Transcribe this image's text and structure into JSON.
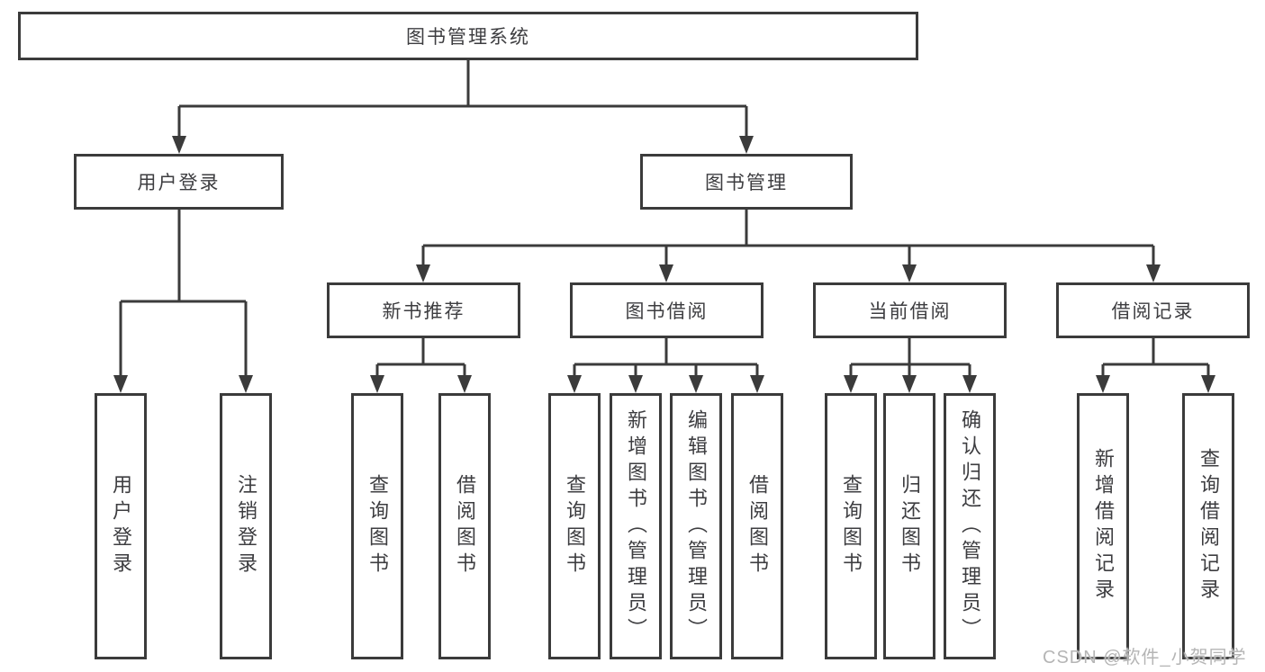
{
  "diagram": {
    "type": "hierarchy-tree",
    "nodes": {
      "root": {
        "label": "图书管理系统"
      },
      "user_login": {
        "label": "用户登录"
      },
      "book_management": {
        "label": "图书管理"
      },
      "new_book_recommend": {
        "label": "新书推荐"
      },
      "book_borrowing": {
        "label": "图书借阅"
      },
      "current_borrowing": {
        "label": "当前借阅"
      },
      "borrowing_records": {
        "label": "借阅记录"
      }
    },
    "leaves": {
      "user_login": [
        "用户登录",
        "注销登录"
      ],
      "new_book_recommend": [
        "查询图书",
        "借阅图书"
      ],
      "book_borrowing": [
        "查询图书",
        "新增图书（管理员）",
        "编辑图书（管理员）",
        "借阅图书"
      ],
      "current_borrowing": [
        "查询图书",
        "归还图书",
        "确认归还（管理员）"
      ],
      "borrowing_records": [
        "新增借阅记录",
        "查询借阅记录"
      ]
    },
    "edges": [
      [
        "图书管理系统",
        "用户登录"
      ],
      [
        "图书管理系统",
        "图书管理"
      ],
      [
        "用户登录",
        "用户登录"
      ],
      [
        "用户登录",
        "注销登录"
      ],
      [
        "图书管理",
        "新书推荐"
      ],
      [
        "图书管理",
        "图书借阅"
      ],
      [
        "图书管理",
        "当前借阅"
      ],
      [
        "图书管理",
        "借阅记录"
      ],
      [
        "新书推荐",
        "查询图书"
      ],
      [
        "新书推荐",
        "借阅图书"
      ],
      [
        "图书借阅",
        "查询图书"
      ],
      [
        "图书借阅",
        "新增图书（管理员）"
      ],
      [
        "图书借阅",
        "编辑图书（管理员）"
      ],
      [
        "图书借阅",
        "借阅图书"
      ],
      [
        "当前借阅",
        "查询图书"
      ],
      [
        "当前借阅",
        "归还图书"
      ],
      [
        "当前借阅",
        "确认归还（管理员）"
      ],
      [
        "借阅记录",
        "新增借阅记录"
      ],
      [
        "借阅记录",
        "查询借阅记录"
      ]
    ]
  },
  "watermark": {
    "text": "CSDN @软件_小贺同学"
  },
  "colors": {
    "line": "#3b3b3b",
    "box_border": "#3b3b3b",
    "text": "#3d3d40",
    "background": "#ffffff",
    "watermark": "#b5b5b5"
  }
}
